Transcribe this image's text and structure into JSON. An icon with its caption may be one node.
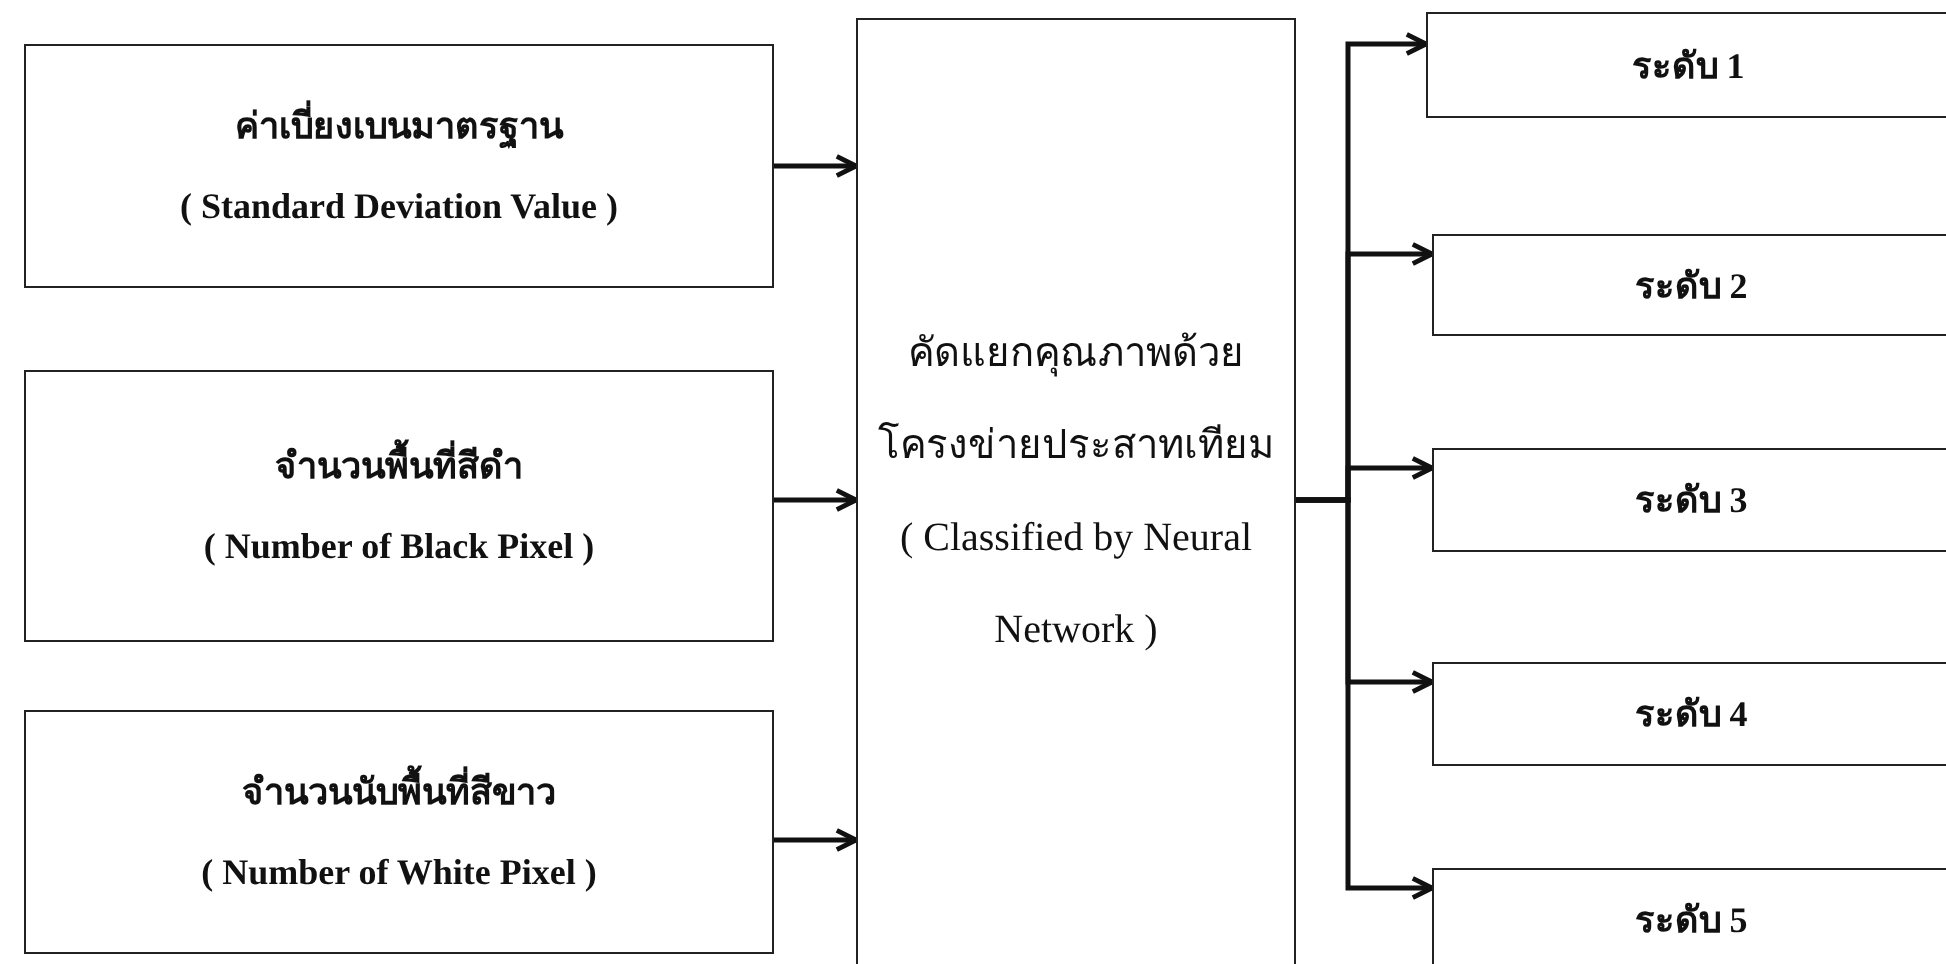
{
  "diagram": {
    "nodes": [
      {
        "text": [
          "ค่าเบี่ยงเบนมาตรฐาน",
          "( Standard Deviation Value )"
        ]
      },
      {
        "text": [
          "จำนวนพื้นที่สีดำ",
          "( Number of Black Pixel )"
        ]
      },
      {
        "text": [
          "จำนวนนับพื้นที่สีขาว",
          "( Number of White Pixel )"
        ]
      },
      {
        "text": [
          "คัดแยกคุณภาพด้วยโครงข่ายประสาทเทียม",
          "( Classified by Neural Network )"
        ]
      },
      {
        "text": [
          "ระดับ 1"
        ]
      },
      {
        "text": [
          "ระดับ 2"
        ]
      },
      {
        "text": [
          "ระดับ 3"
        ]
      },
      {
        "text": [
          "ระดับ 4"
        ]
      },
      {
        "text": [
          "ระดับ 5"
        ]
      }
    ],
    "edges": [
      {
        "from": 0,
        "to": 3,
        "arrow": "to"
      },
      {
        "from": 1,
        "to": 3,
        "arrow": "to"
      },
      {
        "from": 2,
        "to": 3,
        "arrow": "to"
      },
      {
        "from": 3,
        "to": 4,
        "arrow": "to"
      },
      {
        "from": 3,
        "to": 5,
        "arrow": "to"
      },
      {
        "from": 3,
        "to": 6,
        "arrow": "to"
      },
      {
        "from": 3,
        "to": 7,
        "arrow": "to"
      },
      {
        "from": 3,
        "to": 8,
        "arrow": "to"
      }
    ]
  }
}
